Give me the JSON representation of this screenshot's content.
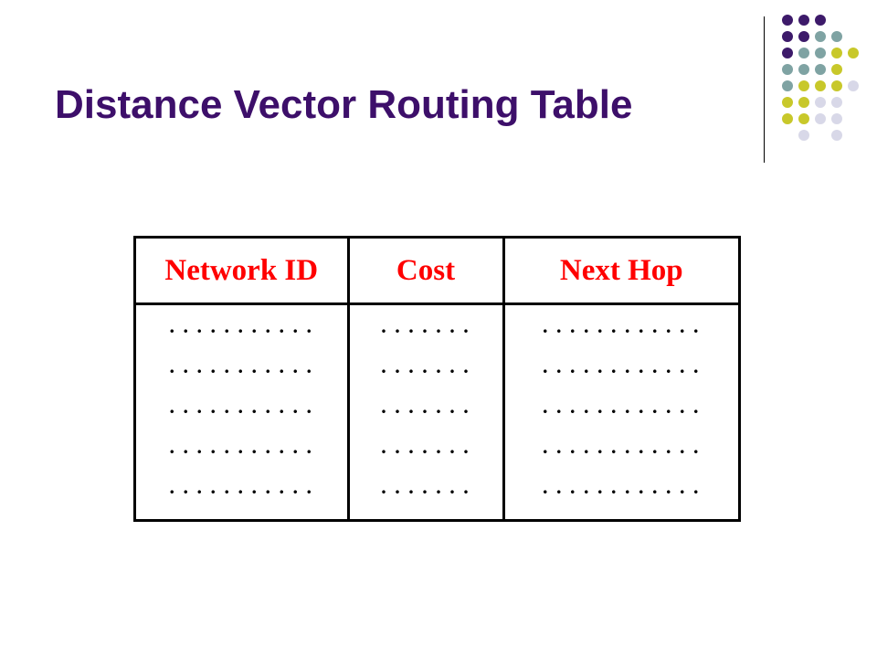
{
  "title": "Distance Vector Routing Table",
  "colors": {
    "title": "#3d0f6a",
    "header_text": "#ff0000",
    "table_border": "#000000",
    "accent_dots": [
      "#3d1a6a",
      "#7fa3a3",
      "#c8c82a",
      "#d8d8e8"
    ]
  },
  "table": {
    "columns": [
      "Network ID",
      "Cost",
      "Next Hop"
    ],
    "rows": [
      [
        ". . . . . . . . . . .",
        ". . . . . . .",
        ". . . . . . . . . . . ."
      ],
      [
        ". . . . . . . . . . .",
        ". . . . . . .",
        ". . . . . . . . . . . ."
      ],
      [
        ". . . . . . . . . . .",
        ". . . . . . .",
        ". . . . . . . . . . . ."
      ],
      [
        ". . . . . . . . . . .",
        ". . . . . . .",
        ". . . . . . . . . . . ."
      ],
      [
        ". . . . . . . . . . .",
        ". . . . . . .",
        ". . . . . . . . . . . ."
      ]
    ]
  }
}
